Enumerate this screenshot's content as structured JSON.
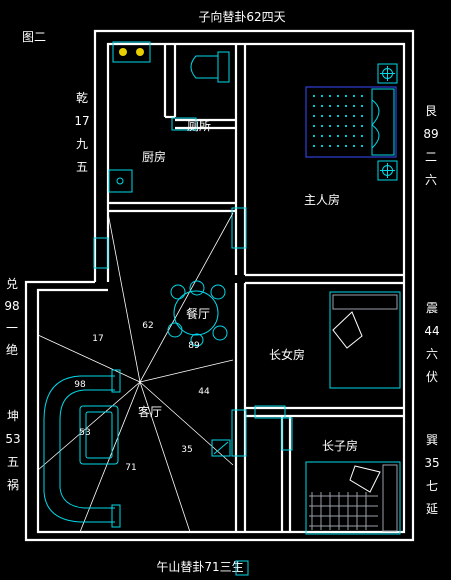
{
  "figure_label": "图二",
  "edges": {
    "north": "子向替卦62四天",
    "south": "午山替卦71三生",
    "west_top": [
      "乾",
      "17",
      "九",
      "五"
    ],
    "west_mid": [
      "兑",
      "98",
      "一",
      "绝"
    ],
    "west_bot": [
      "坤",
      "53",
      "五",
      "祸"
    ],
    "east_top": [
      "艮",
      "89",
      "二",
      "六"
    ],
    "east_mid": [
      "震",
      "44",
      "六",
      "伏"
    ],
    "east_bot": [
      "巽",
      "35",
      "七",
      "延"
    ]
  },
  "rooms": {
    "toilet": "厕所",
    "kitchen": "厨房",
    "master": "主人房",
    "dining": "餐厅",
    "living": "客厅",
    "eldest_daughter": "长女房",
    "eldest_son": "长子房"
  },
  "sector_numbers": {
    "n62": "62",
    "n17": "17",
    "n89": "89",
    "n98": "98",
    "n44": "44",
    "n53": "53",
    "n35": "35",
    "n71": "71"
  },
  "colors": {
    "background": "#000000",
    "walls": "#ffffff",
    "fixtures": "#00d8e8",
    "bed_detail": "#3a4cff"
  }
}
